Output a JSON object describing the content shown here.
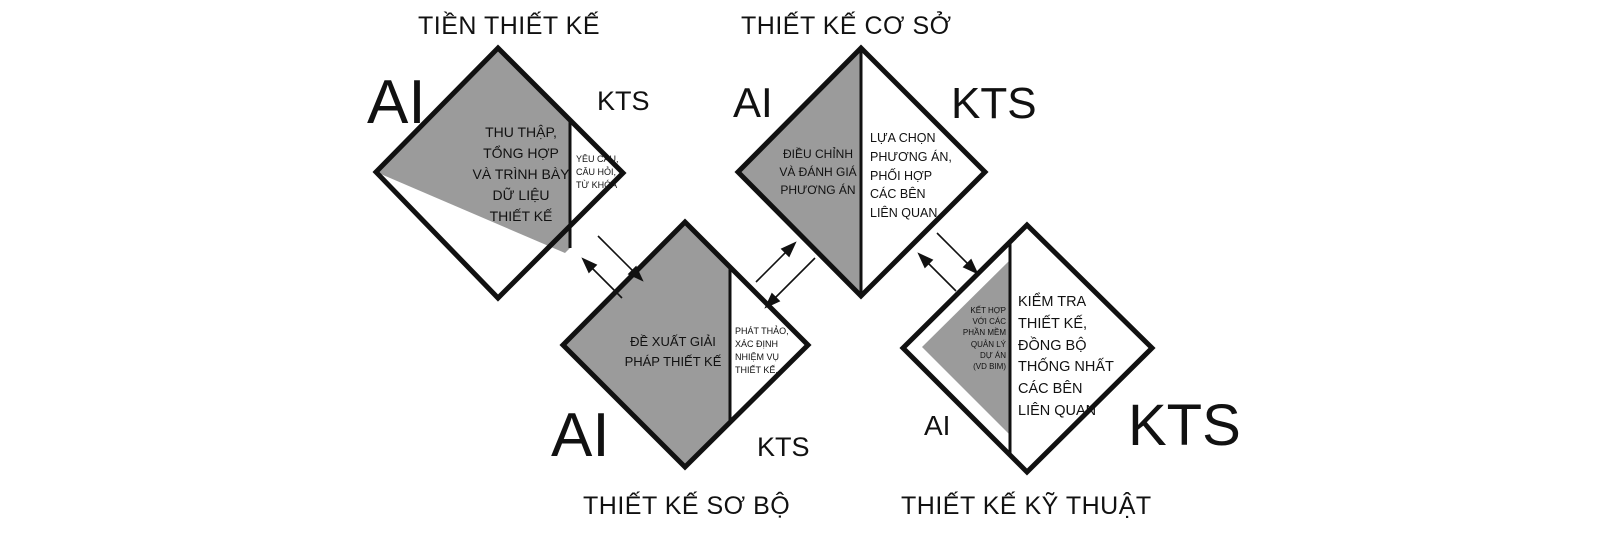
{
  "phases": {
    "pre_design": "TIỀN THIẾT KẾ",
    "basic_design": "THIẾT KẾ CƠ SỞ",
    "schematic_design": "THIẾT KẾ SƠ BỘ",
    "technical_design": "THIẾT KẾ KỸ THUẬT"
  },
  "roles": {
    "ai": "AI",
    "architect": "KTS"
  },
  "pre_design": {
    "ai_task": "THU THẬP,\nTỔNG HỢP\nVÀ TRÌNH BÀY\nDỮ LIỆU\nTHIẾT KẾ",
    "kts_task": "YÊU CẦU,\nCÂU HỎI,\nTỪ KHÓA"
  },
  "basic_design": {
    "ai_task": "ĐIỀU CHỈNH\nVÀ ĐÁNH GIÁ\nPHƯƠNG ÁN",
    "kts_task": "LỰA CHỌN\nPHƯƠNG ÁN,\nPHỐI HỢP\nCÁC BÊN\nLIÊN QUAN"
  },
  "schematic_design": {
    "ai_task": "ĐỀ XUẤT GIẢI\nPHÁP THIẾT KẾ",
    "kts_task": "PHÁT THẢO,\nXÁC ĐỊNH\nNHIỆM VỤ\nTHIẾT KẾ."
  },
  "technical_design": {
    "ai_task": "KẾT HỢP\nVỚI CÁC\nPHẦN MỀM\nQUẢN LÝ\nDỰ ÁN\n(VD BIM)",
    "kts_task": "KIỂM TRA\nTHIẾT KẾ,\nĐỒNG BỘ\nTHỐNG NHẤT\nCÁC BÊN\nLIÊN QUAN"
  },
  "colors": {
    "ai_fill": "#9b9b9b",
    "kts_fill": "#ffffff",
    "stroke": "#111111"
  }
}
